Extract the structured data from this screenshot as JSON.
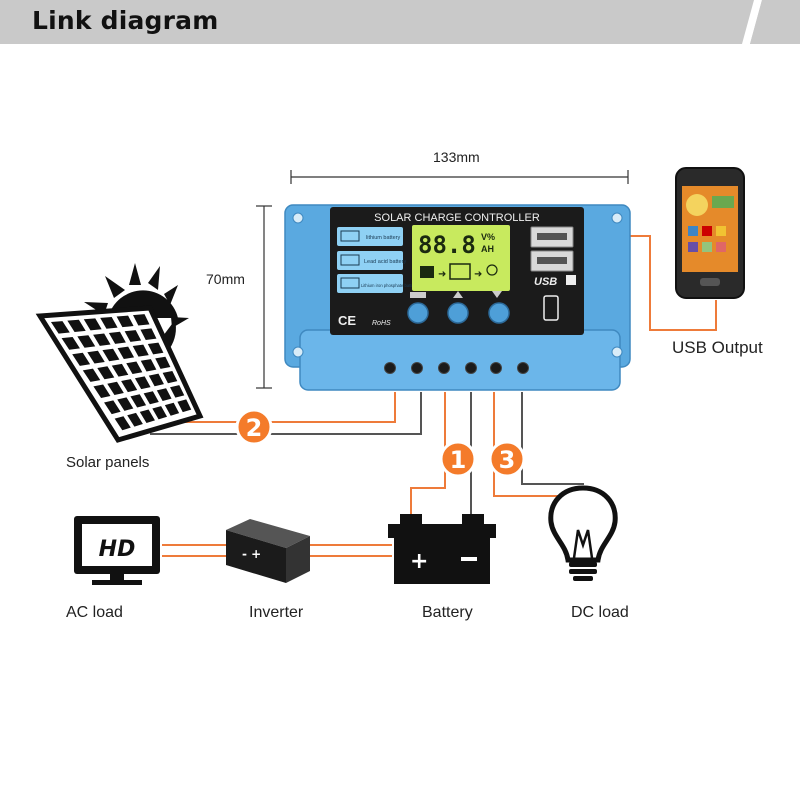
{
  "header": {
    "title": "Link diagram"
  },
  "dimensions": {
    "width": "133mm",
    "height": "70mm"
  },
  "controller": {
    "title": "SOLAR CHARGE CONTROLLER",
    "lcd_value": "88.8",
    "lcd_units_top": "V%",
    "lcd_units_bottom": "AH",
    "battery_types": [
      "lithium battery",
      "Lead acid battery",
      "Lithium iron phosphate battery"
    ],
    "usb_label": "USB",
    "cert_ce": "CE",
    "cert_rohs": "RoHS"
  },
  "components": {
    "usb_output": "USB Output",
    "solar_panels": "Solar panels",
    "ac_load": "AC load",
    "inverter": "Inverter",
    "battery": "Battery",
    "dc_load": "DC load",
    "tv_label": "HD"
  },
  "steps": [
    "1",
    "2",
    "3"
  ],
  "colors": {
    "controller_blue": "#5aa9e0",
    "panel_black": "#1b1b1b",
    "wire_orange": "#ee7b3a",
    "step_badge": "#f47b2a",
    "header_gray": "#c9c9c9"
  }
}
